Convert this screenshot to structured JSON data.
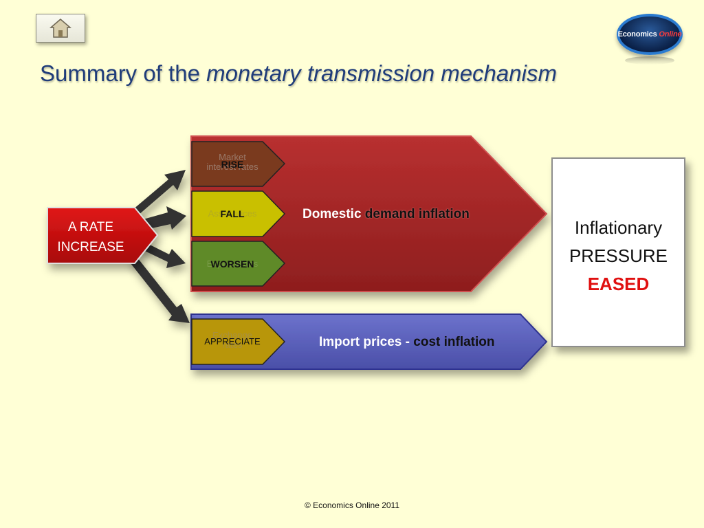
{
  "header": {
    "title_plain": "Summary of the ",
    "title_italic": "monetary transmission mechanism",
    "home_icon": "home-icon"
  },
  "logo": {
    "word1": "Economics ",
    "word2": "Online"
  },
  "diagram": {
    "trigger": {
      "line1": "A RATE",
      "line2": "INCREASE"
    },
    "channels": [
      {
        "label_line1": "Market",
        "label_line2": "interest rates",
        "effect": "RISE",
        "color": "#7A3A1E"
      },
      {
        "label": "Asset prices",
        "effect": "FALL",
        "color": "#C9C000"
      },
      {
        "label": "Expectations",
        "effect": "WORSEN",
        "color": "#5F8A28"
      },
      {
        "label_line1": "Exchange",
        "label_line2": "rates",
        "effect": "APPRECIATE",
        "color": "#B8960A"
      }
    ],
    "domestic": {
      "word1": "Domestic",
      "word2": " demand inflation",
      "color": "#A02828"
    },
    "import": {
      "word1": "Import prices",
      "word2": " - ",
      "word3": "cost inflation",
      "color": "#5A5FB8"
    },
    "outcome": {
      "line1": "Inflationary",
      "line2": "PRESSURE",
      "line3": "EASED"
    }
  },
  "footer": {
    "copyright": "© Economics Online 2011"
  }
}
